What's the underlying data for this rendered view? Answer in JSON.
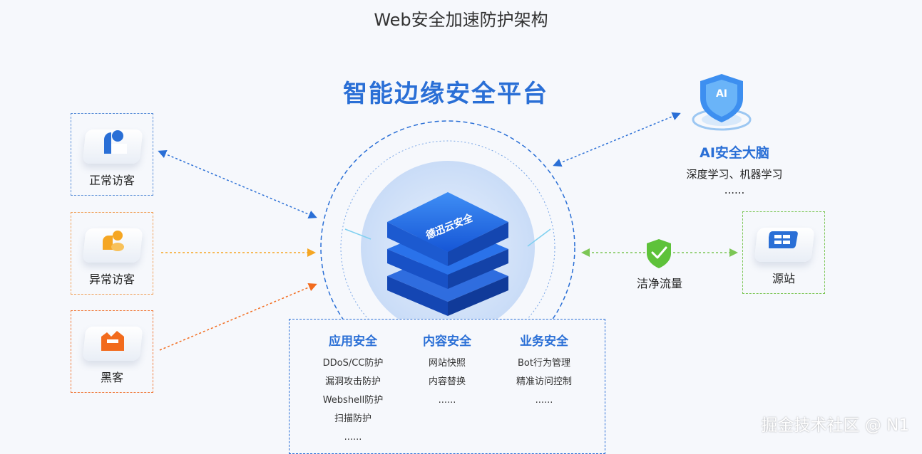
{
  "page_title": "Web安全加速防护架构",
  "platform_title": "智能边缘安全平台",
  "visitors": [
    {
      "label": "正常访客",
      "color": "#2a6fd6"
    },
    {
      "label": "异常访客",
      "color": "#f5a623"
    },
    {
      "label": "黑客",
      "color": "#f26b1d"
    }
  ],
  "center_logo_text": "德迅云安全",
  "ai": {
    "title": "AI安全大脑",
    "subtitle": "深度学习、机器学习",
    "more": "......",
    "badge": "AI"
  },
  "clean_traffic_label": "洁净流量",
  "origin_label": "源站",
  "services": [
    {
      "title": "应用安全",
      "items": [
        "DDoS/CC防护",
        "漏洞攻击防护",
        "Webshell防护",
        "扫描防护",
        "......"
      ]
    },
    {
      "title": "内容安全",
      "items": [
        "网站快照",
        "内容替换",
        "......"
      ]
    },
    {
      "title": "业务安全",
      "items": [
        "Bot行为管理",
        "精准访问控制",
        "......"
      ]
    }
  ],
  "watermark": "掘金技术社区 @ N1",
  "colors": {
    "brand_blue": "#2a6fd6",
    "orange": "#f5a623",
    "red_orange": "#f26b1d",
    "green": "#7cc655"
  }
}
